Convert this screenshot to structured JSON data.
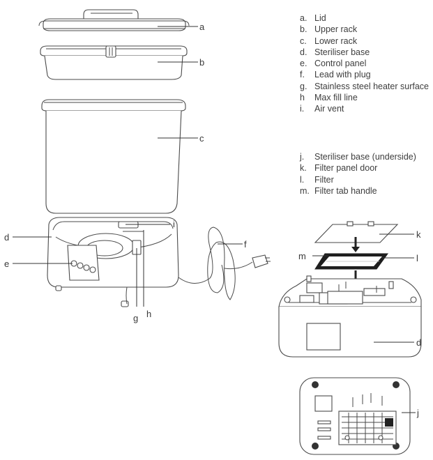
{
  "legend_main": [
    {
      "key": "a.",
      "text": "Lid"
    },
    {
      "key": "b.",
      "text": "Upper rack"
    },
    {
      "key": "c.",
      "text": "Lower rack"
    },
    {
      "key": "d.",
      "text": "Steriliser base"
    },
    {
      "key": "e.",
      "text": "Control panel"
    },
    {
      "key": "f.",
      "text": "Lead with plug"
    },
    {
      "key": "g.",
      "text": "Stainless steel heater surface"
    },
    {
      "key": "h",
      "text": "Max fill line"
    },
    {
      "key": "i.",
      "text": "Air vent"
    }
  ],
  "legend_underside": [
    {
      "key": "j.",
      "text": "Steriliser base (underside)"
    },
    {
      "key": "k.",
      "text": "Filter panel door"
    },
    {
      "key": "l.",
      "text": "Filter"
    },
    {
      "key": "m.",
      "text": "Filter tab handle"
    }
  ],
  "callouts": {
    "a": "a",
    "b": "b",
    "c": "c",
    "d": "d",
    "e": "e",
    "f": "f",
    "g": "g",
    "h": "h",
    "i": "i",
    "j": "j",
    "k": "k",
    "l": "l",
    "m": "m",
    "d2": "d"
  }
}
